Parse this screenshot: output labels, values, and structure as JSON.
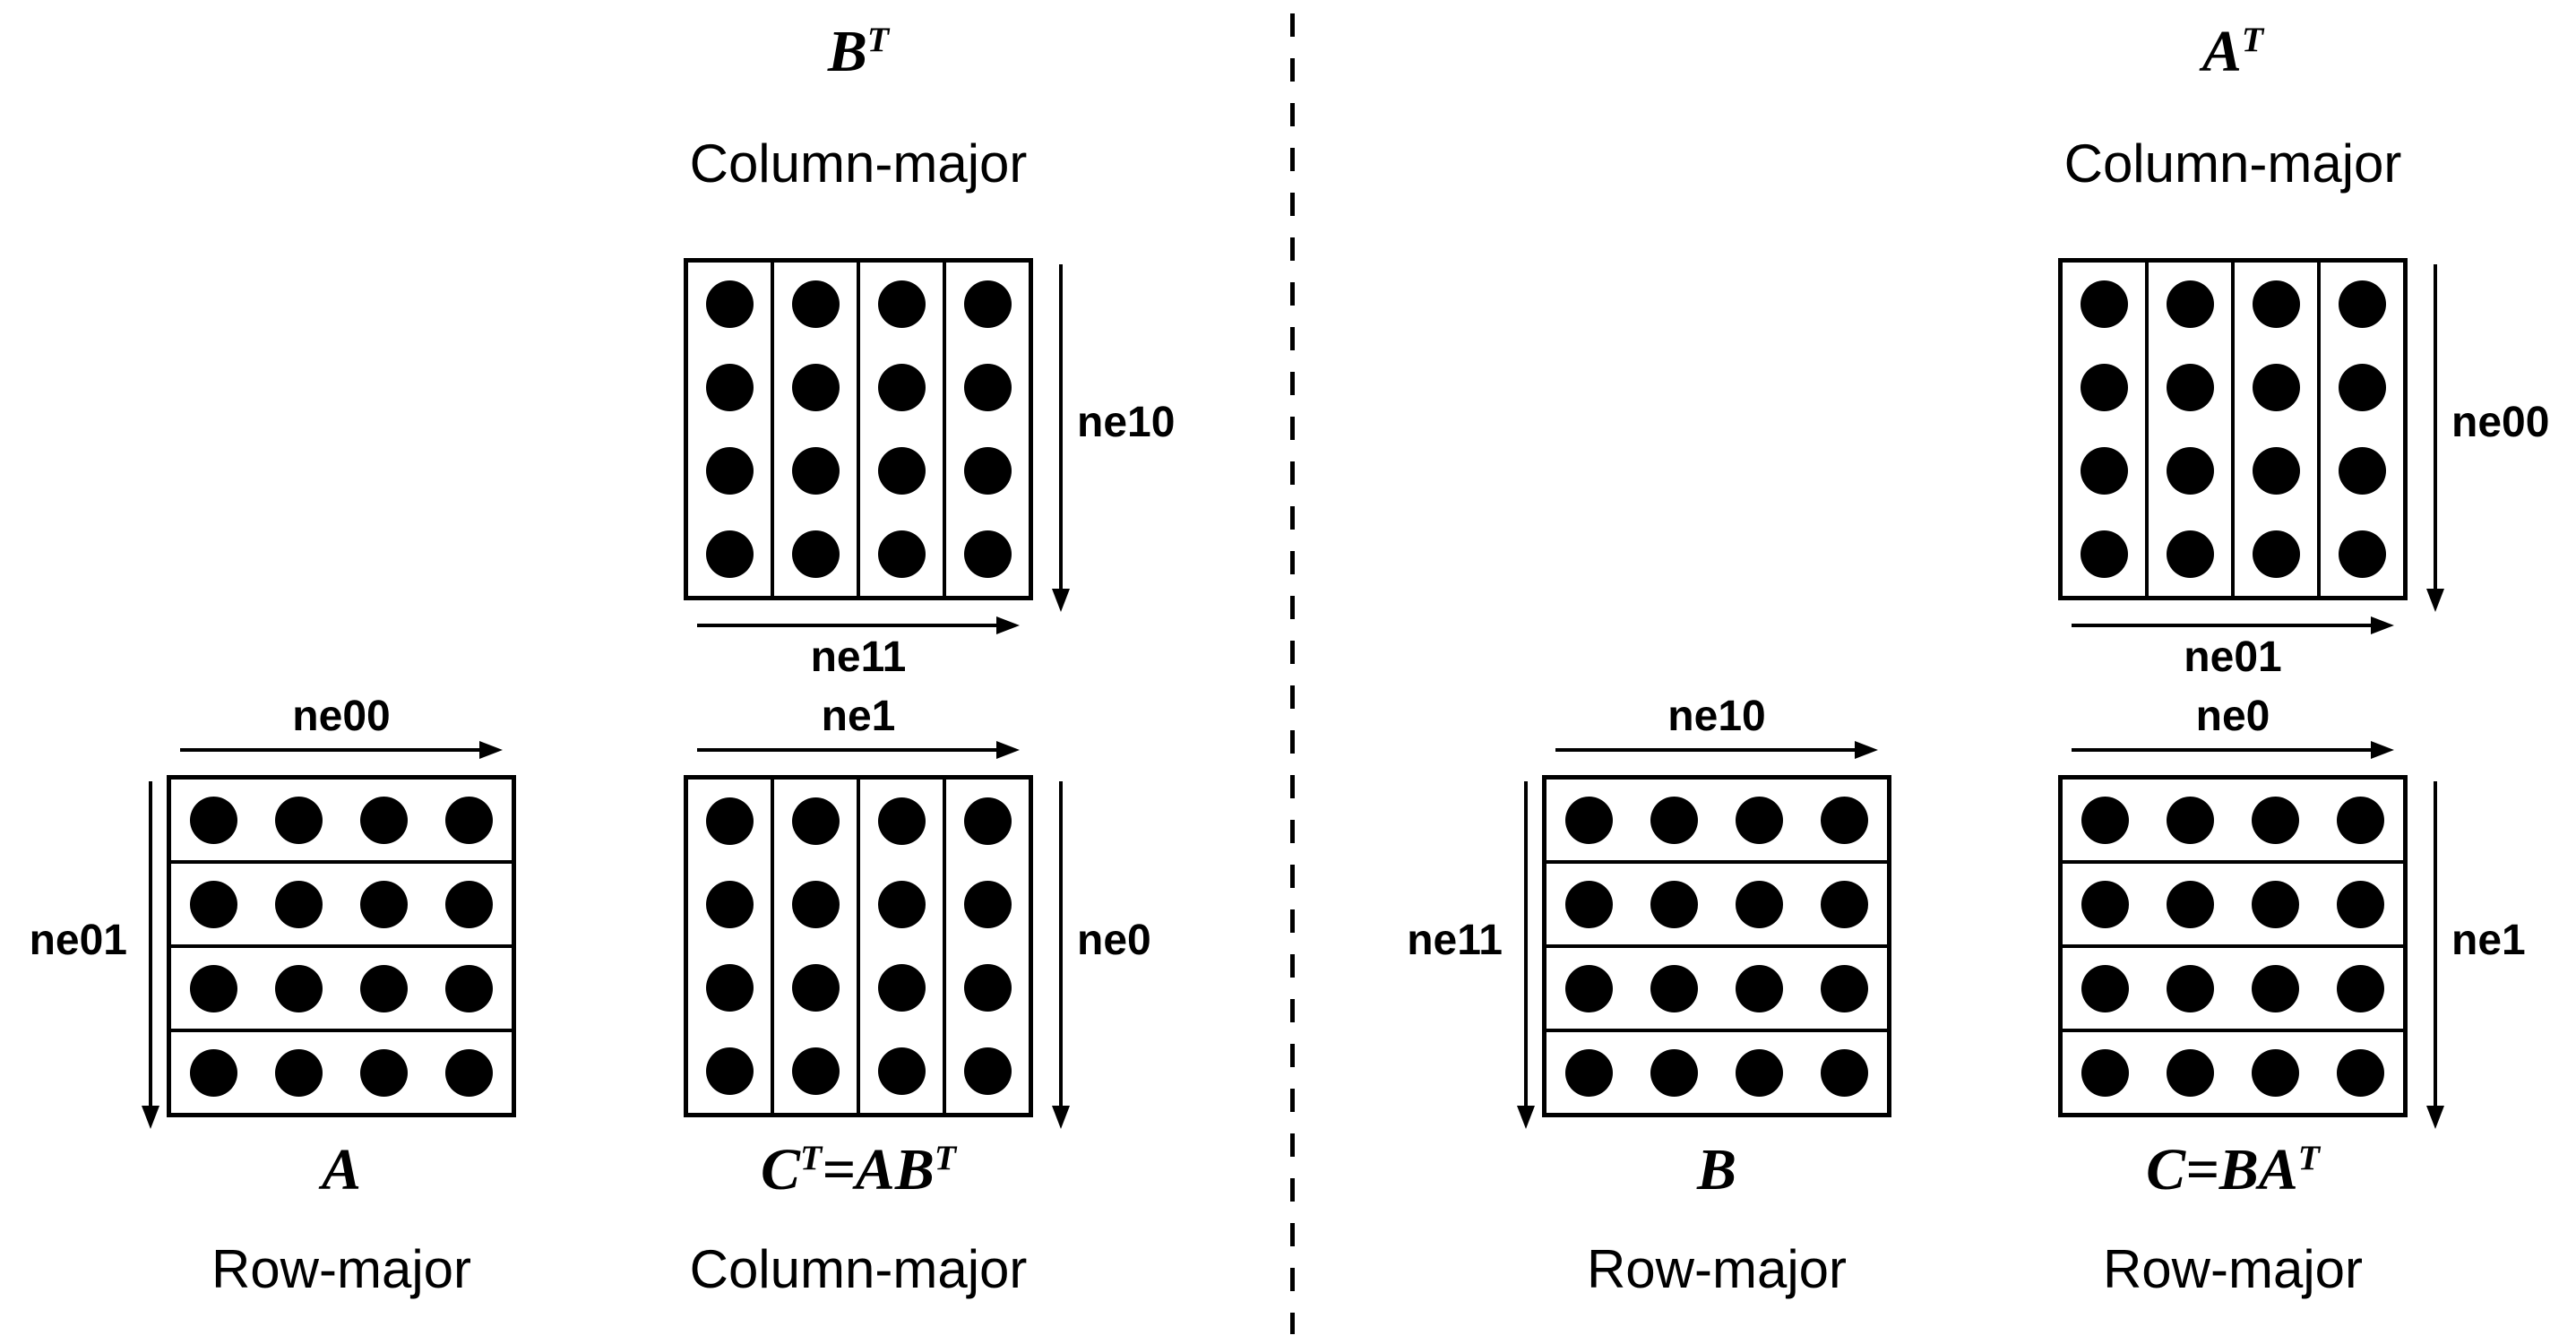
{
  "colors": {
    "background": "#ffffff",
    "ink": "#000000"
  },
  "matrix_grid": {
    "strips": 4,
    "dots_per_strip": 4
  },
  "left": {
    "bt": {
      "title_main": "B",
      "title_sup": "T",
      "layout": "Column-major",
      "right_axis": "ne10",
      "bottom_axis": "ne11"
    },
    "a": {
      "title_main": "A",
      "layout": "Row-major",
      "top_axis": "ne00",
      "left_axis": "ne01"
    },
    "ct": {
      "title_p1": "C",
      "title_sup1": "T",
      "title_p2": "=AB",
      "title_sup2": "T",
      "layout": "Column-major",
      "top_axis": "ne1",
      "right_axis": "ne0"
    }
  },
  "right": {
    "at": {
      "title_main": "A",
      "title_sup": "T",
      "layout": "Column-major",
      "right_axis": "ne00",
      "bottom_axis": "ne01"
    },
    "b": {
      "title_main": "B",
      "layout": "Row-major",
      "top_axis": "ne10",
      "left_axis": "ne11"
    },
    "c": {
      "title_p1": "C=BA",
      "title_sup1": "T",
      "layout": "Row-major",
      "top_axis": "ne0",
      "right_axis": "ne1"
    }
  }
}
